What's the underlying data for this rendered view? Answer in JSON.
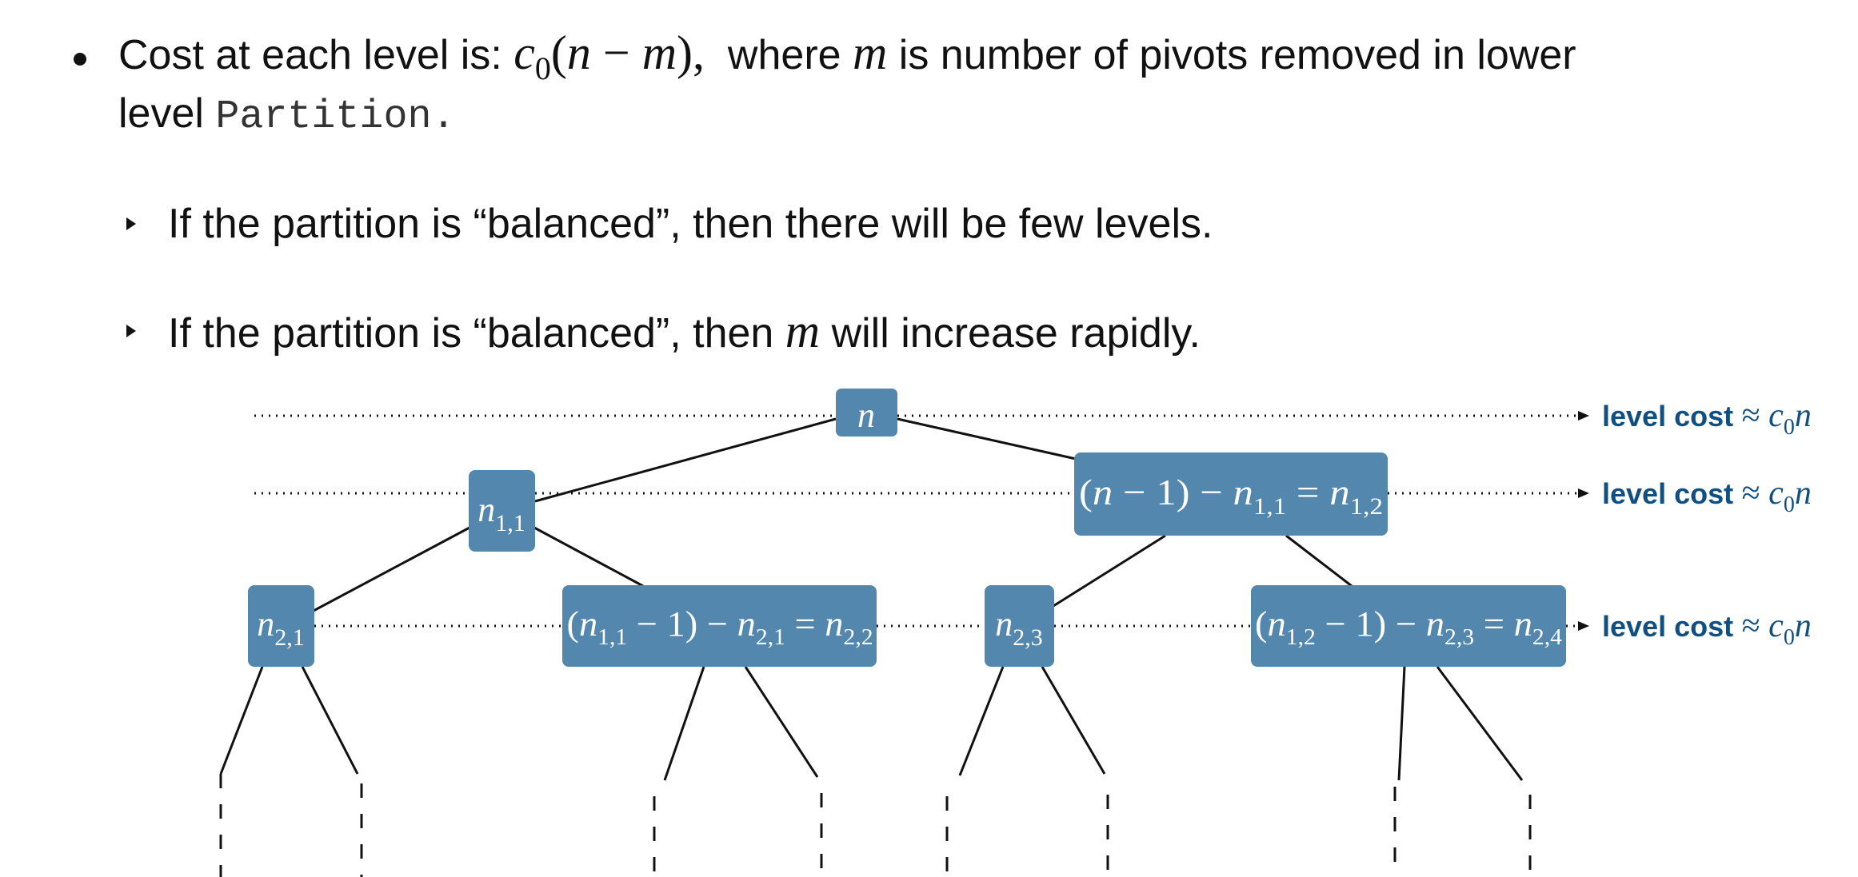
{
  "bullet1": {
    "prefix": "Cost at each level is: ",
    "math_c": "c",
    "math_c_sub": "0",
    "math_open": "(",
    "math_n": "n",
    "math_minus": " − ",
    "math_m": "m",
    "math_close": "),",
    "middle": "  where ",
    "m": "m",
    "suffix": " is number of pivots removed in lower",
    "line2_prefix": "level ",
    "code": "Partition",
    "line2_suffix": "."
  },
  "sub1": {
    "text": "If the partition is “balanced”, then there will be few levels."
  },
  "sub2": {
    "prefix": "If the partition is “balanced”, then ",
    "m": "m",
    "suffix": " will increase rapidly."
  },
  "colors": {
    "node_fill": "#5487ad",
    "level_cost_text": "#114f80",
    "edge": "#111111"
  },
  "tree": {
    "root": {
      "main": "n",
      "sub": ""
    },
    "level1_left": {
      "main": "n",
      "sub": "1,1"
    },
    "level1_right": {
      "p1": "(",
      "n1": "n",
      "p2": " − 1) − ",
      "n2": "n",
      "s2": "1,1",
      "eq": " = ",
      "n3": "n",
      "s3": "1,2"
    },
    "level2_a": {
      "main": "n",
      "sub": "2,1"
    },
    "level2_b": {
      "p1": "(",
      "n1": "n",
      "s1": "1,1",
      "p2": " − 1) − ",
      "n2": "n",
      "s2": "2,1",
      "eq": " = ",
      "n3": "n",
      "s3": "2,2"
    },
    "level2_c": {
      "main": "n",
      "sub": "2,3"
    },
    "level2_d": {
      "p1": "(",
      "n1": "n",
      "s1": "1,2",
      "p2": " − 1) − ",
      "n2": "n",
      "s2": "2,3",
      "eq": " = ",
      "n3": "n",
      "s3": "2,4"
    }
  },
  "level_cost": {
    "label": "level cost",
    "approx": " ≈ ",
    "c": "c",
    "c_sub": "0",
    "n": "n"
  }
}
